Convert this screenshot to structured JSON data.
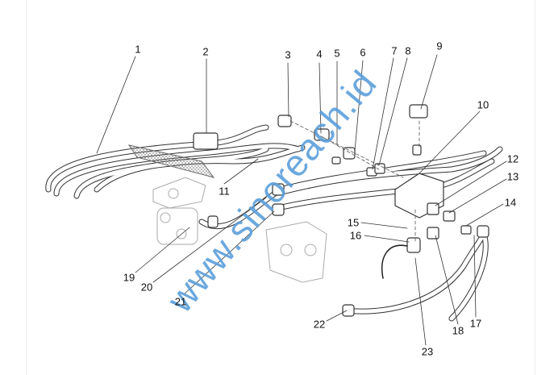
{
  "diagram": {
    "callouts": [
      "1",
      "2",
      "3",
      "4",
      "5",
      "6",
      "7",
      "8",
      "9",
      "10",
      "11",
      "12",
      "13",
      "14",
      "15",
      "16",
      "17",
      "18",
      "19",
      "20",
      "21",
      "22",
      "23"
    ],
    "watermark": "www.sinoreach.id"
  }
}
